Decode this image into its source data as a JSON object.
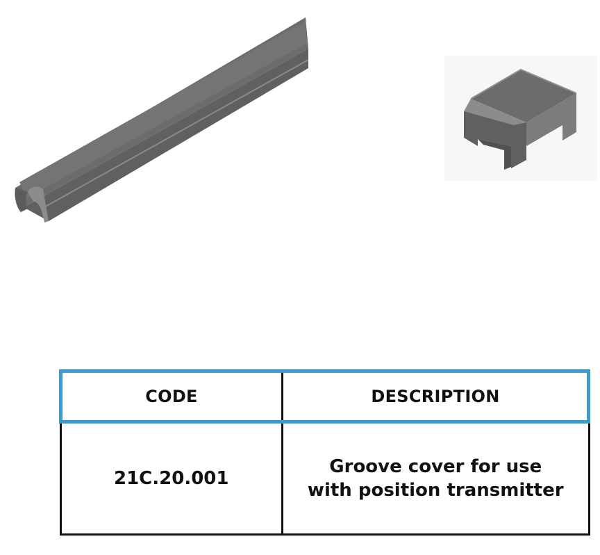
{
  "table": {
    "headers": {
      "code": "CODE",
      "description": "DESCRIPTION"
    },
    "rows": [
      {
        "code": "21C.20.001",
        "description_lines": [
          "Groove cover for use",
          "with position transmitter"
        ]
      }
    ]
  },
  "images": {
    "rail_icon": "groove-cover-rail",
    "clip_icon": "groove-cover-clip"
  },
  "colors": {
    "header_border": "#3a9bd1",
    "table_border": "#111111",
    "metal_dark": "#5f6163",
    "metal_mid": "#747678",
    "metal_light": "#8c8e90"
  }
}
